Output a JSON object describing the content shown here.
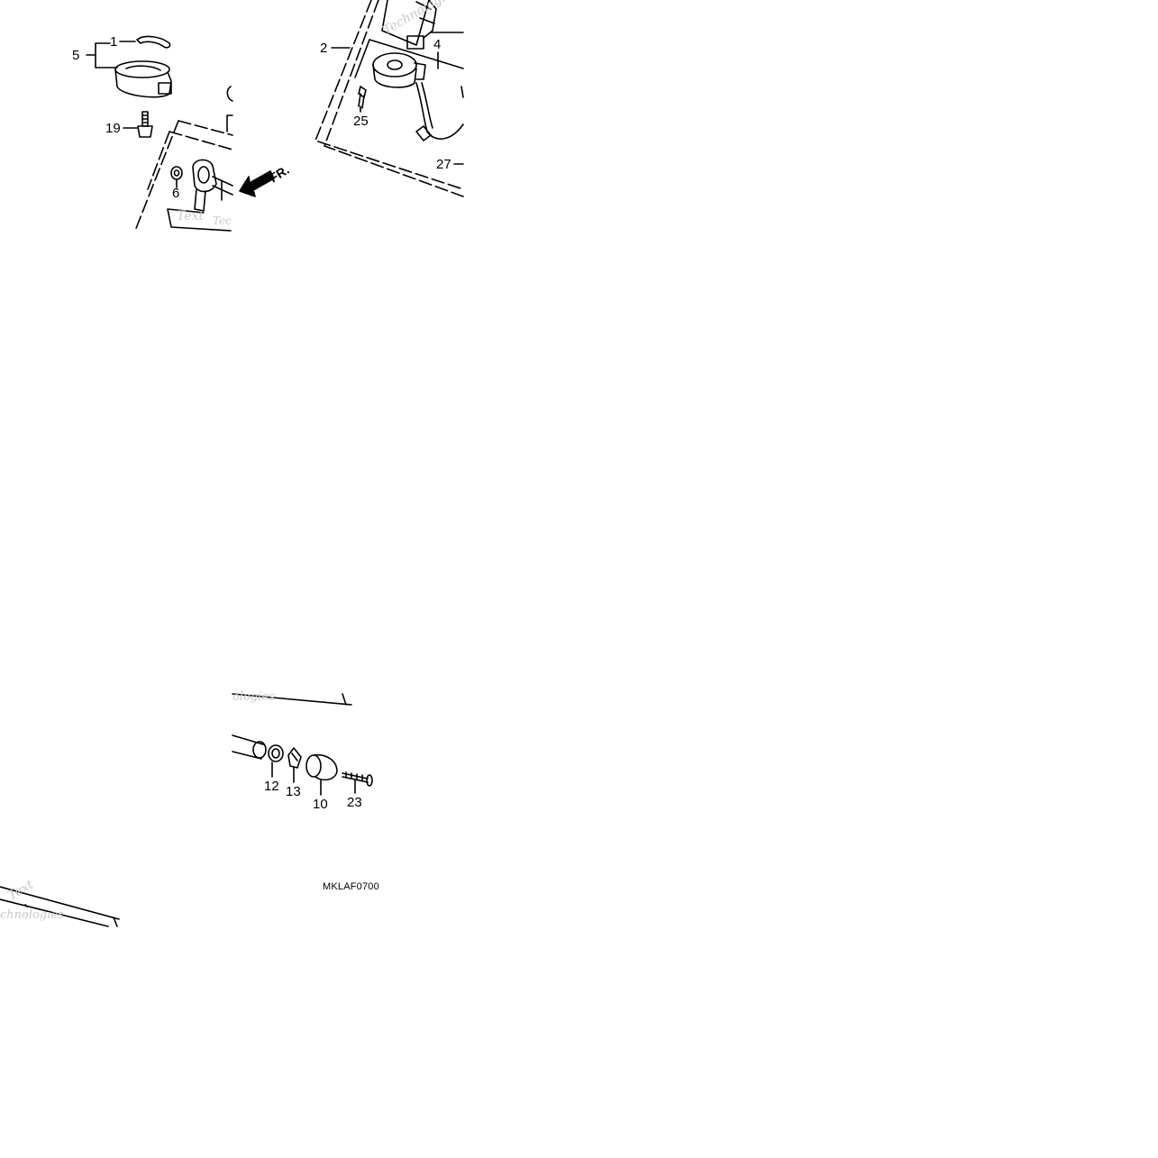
{
  "diagram": {
    "code": "MKLAF0700",
    "front_label": "FR.",
    "callouts": [
      {
        "id": "1",
        "label": "1"
      },
      {
        "id": "5",
        "label": "5"
      },
      {
        "id": "19",
        "label": "19"
      },
      {
        "id": "6",
        "label": "6"
      },
      {
        "id": "2",
        "label": "2"
      },
      {
        "id": "4",
        "label": "4"
      },
      {
        "id": "25",
        "label": "25"
      },
      {
        "id": "27",
        "label": "27"
      },
      {
        "id": "12",
        "label": "12"
      },
      {
        "id": "13",
        "label": "13"
      },
      {
        "id": "10",
        "label": "10"
      },
      {
        "id": "23",
        "label": "23"
      }
    ],
    "watermarks": [
      "Text",
      "Technologies",
      "ologies",
      "Text",
      "chnologies",
      "Tec"
    ]
  },
  "colors": {
    "line": "#000000",
    "watermark": "#c9c9c9",
    "background": "#ffffff"
  }
}
